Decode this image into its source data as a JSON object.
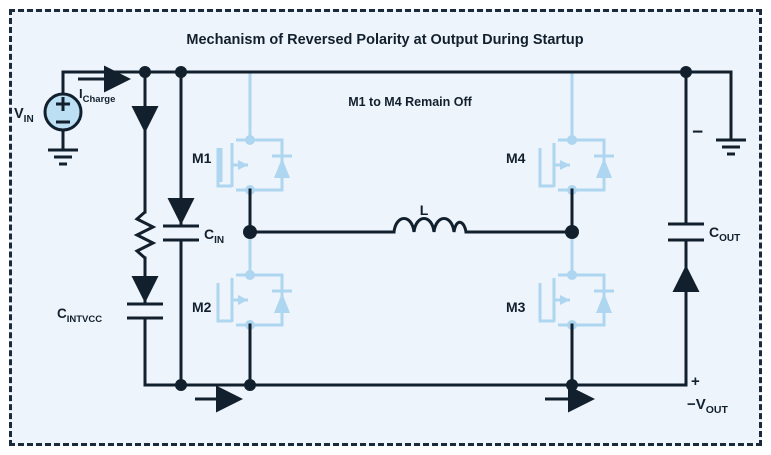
{
  "figure": {
    "title": "Mechanism of Reversed Polarity at Output During Startup",
    "note": "M1 to M4 Remain Off",
    "border_color": "#1b2a3a",
    "background_color": "#eef4fb",
    "wire_color": "#12202e",
    "device_color": "#aed6f0"
  },
  "labels": {
    "vin": "V",
    "vin_sub": "IN",
    "icharge": "I",
    "icharge_sub": "Charge",
    "cin": "C",
    "cin_sub": "IN",
    "cintvcc": "C",
    "cintvcc_sub": "INTV",
    "cintvcc_sub2": "CC",
    "cout": "C",
    "cout_sub": "OUT",
    "inductor": "L",
    "m1": "M1",
    "m2": "M2",
    "m3": "M3",
    "m4": "M4",
    "minus_sign": "−",
    "plus_sign": "+",
    "vout": "−V",
    "vout_sub": "OUT",
    "source_plus": "+",
    "source_minus": "−"
  },
  "components": [
    {
      "name": "voltage-source-vin",
      "type": "dc-source",
      "label": "V_IN"
    },
    {
      "name": "current-arrow-icharge",
      "type": "current-arrow",
      "label": "I_Charge",
      "direction": "right"
    },
    {
      "name": "resistor-bias",
      "type": "resistor",
      "label": ""
    },
    {
      "name": "capacitor-cintvcc",
      "type": "capacitor",
      "label": "C_INTVCC"
    },
    {
      "name": "capacitor-cin",
      "type": "capacitor",
      "label": "C_IN"
    },
    {
      "name": "mosfet-m1",
      "type": "nmos-with-body-diode",
      "label": "M1",
      "state": "off"
    },
    {
      "name": "mosfet-m2",
      "type": "nmos-with-body-diode",
      "label": "M2",
      "state": "off"
    },
    {
      "name": "inductor-l",
      "type": "inductor",
      "label": "L"
    },
    {
      "name": "mosfet-m4",
      "type": "nmos-with-body-diode",
      "label": "M4",
      "state": "off"
    },
    {
      "name": "mosfet-m3",
      "type": "nmos-with-body-diode",
      "label": "M3",
      "state": "off"
    },
    {
      "name": "capacitor-cout",
      "type": "capacitor",
      "label": "C_OUT"
    },
    {
      "name": "ground-input",
      "type": "ground"
    },
    {
      "name": "ground-output",
      "type": "ground"
    }
  ]
}
